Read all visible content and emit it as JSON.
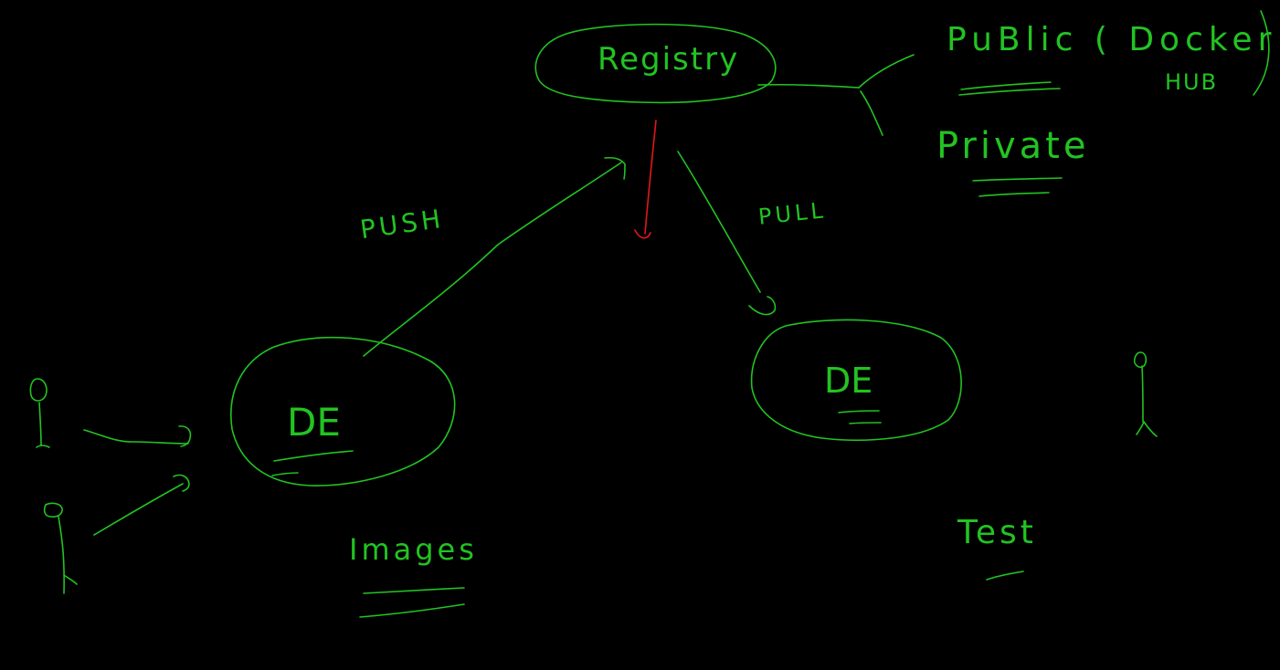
{
  "colors": {
    "background": "#000000",
    "ink_green": "#22c322",
    "ink_red": "#e01818"
  },
  "labels": {
    "registry": "Registry",
    "public": "PuBlic ( Docker",
    "hub": "HUB",
    "private": "Private",
    "push": "PUSH",
    "pull": "PULL",
    "de_left": "DE",
    "de_right": "DE",
    "images": "Images",
    "test": "Test"
  }
}
